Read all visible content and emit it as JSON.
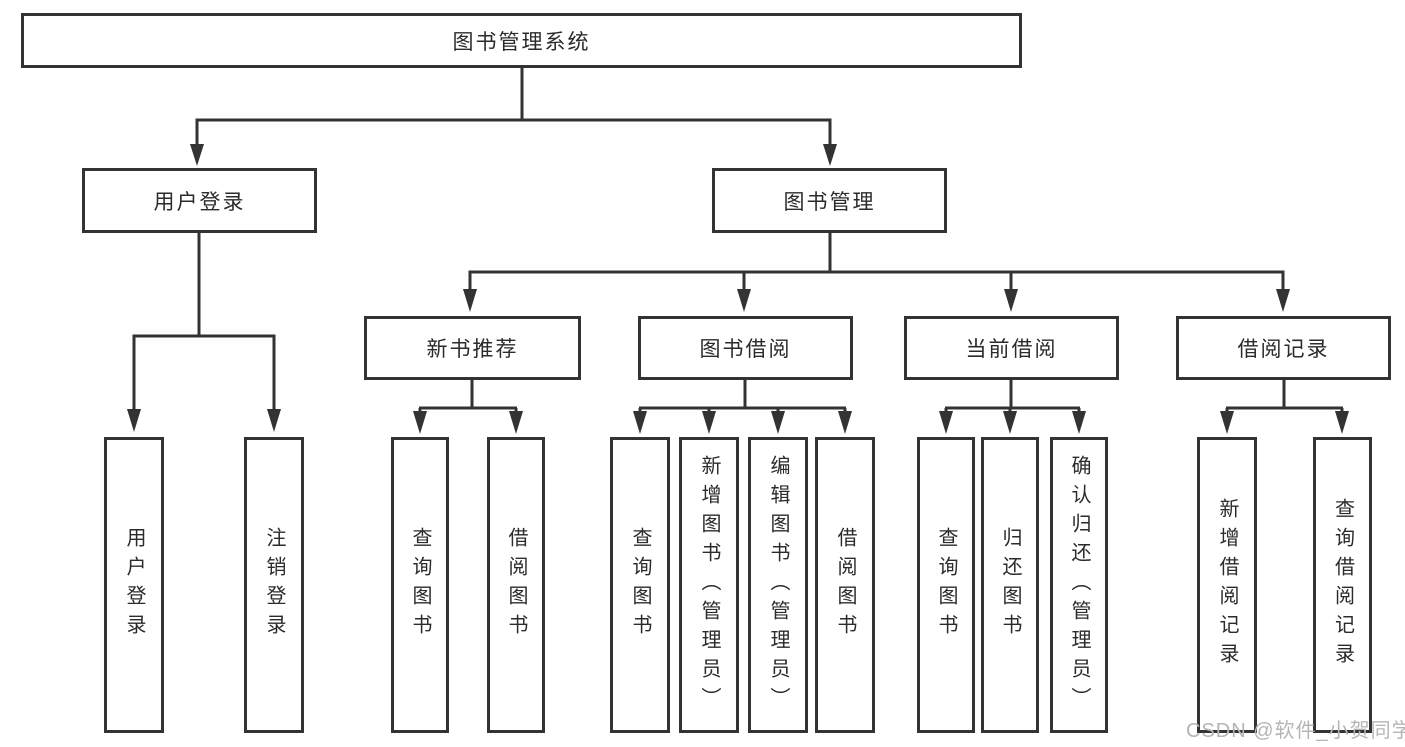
{
  "diagram": {
    "root": "图书管理系统",
    "user_login": {
      "label": "用户登录",
      "children": [
        "用户登录",
        "注销登录"
      ]
    },
    "book_management": {
      "label": "图书管理",
      "modules": [
        {
          "label": "新书推荐",
          "children": [
            "查询图书",
            "借阅图书"
          ]
        },
        {
          "label": "图书借阅",
          "children": [
            "查询图书",
            "新增图书（管理员）",
            "编辑图书（管理员）",
            "借阅图书"
          ]
        },
        {
          "label": "当前借阅",
          "children": [
            "查询图书",
            "归还图书",
            "确认归还（管理员）"
          ]
        },
        {
          "label": "借阅记录",
          "children": [
            "新增借阅记录",
            "查询借阅记录"
          ]
        }
      ]
    }
  },
  "watermark": "CSDN @软件_小贺同学",
  "colors": {
    "line": "#333333",
    "text": "#2b2b2b",
    "background": "#ffffff",
    "watermark": "#b5b5b5"
  }
}
